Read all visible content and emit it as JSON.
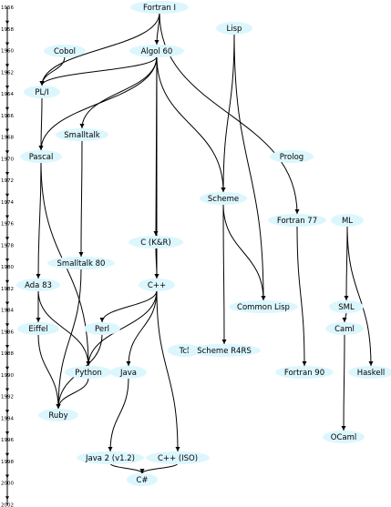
{
  "timeline": {
    "years": [
      "1956",
      "1958",
      "1960",
      "1962",
      "1964",
      "1966",
      "1968",
      "1970",
      "1972",
      "1974",
      "1976",
      "1978",
      "1980",
      "1982",
      "1984",
      "1986",
      "1988",
      "1990",
      "1992",
      "1994",
      "1996",
      "1998",
      "2000",
      "2002"
    ]
  },
  "languages": [
    {
      "id": "fortran1",
      "label": "Fortran I"
    },
    {
      "id": "lisp",
      "label": "Lisp"
    },
    {
      "id": "cobol",
      "label": "Cobol"
    },
    {
      "id": "algol60",
      "label": "Algol 60"
    },
    {
      "id": "pli",
      "label": "PL/I"
    },
    {
      "id": "smalltalk",
      "label": "Smalltalk"
    },
    {
      "id": "pascal",
      "label": "Pascal"
    },
    {
      "id": "prolog",
      "label": "Prolog"
    },
    {
      "id": "scheme",
      "label": "Scheme"
    },
    {
      "id": "fortran77",
      "label": "Fortran 77"
    },
    {
      "id": "ml",
      "label": "ML"
    },
    {
      "id": "ckr",
      "label": "C (K&R)"
    },
    {
      "id": "smalltalk80",
      "label": "Smalltalk 80"
    },
    {
      "id": "ada83",
      "label": "Ada 83"
    },
    {
      "id": "cpp",
      "label": "C++"
    },
    {
      "id": "commonlisp",
      "label": "Common Lisp"
    },
    {
      "id": "sml",
      "label": "SML"
    },
    {
      "id": "eiffel",
      "label": "Eiffel"
    },
    {
      "id": "perl",
      "label": "Perl"
    },
    {
      "id": "tcl",
      "label": "Tcl"
    },
    {
      "id": "schemer4rs",
      "label": "Scheme R4RS"
    },
    {
      "id": "caml",
      "label": "Caml"
    },
    {
      "id": "python",
      "label": "Python"
    },
    {
      "id": "java",
      "label": "Java"
    },
    {
      "id": "fortran90",
      "label": "Fortran 90"
    },
    {
      "id": "haskell",
      "label": "Haskell"
    },
    {
      "id": "ruby",
      "label": "Ruby"
    },
    {
      "id": "ocaml",
      "label": "OCaml"
    },
    {
      "id": "java2",
      "label": "Java 2 (v1.2)"
    },
    {
      "id": "cppiso",
      "label": "C++ (ISO)"
    },
    {
      "id": "csharp",
      "label": "C#"
    }
  ],
  "edges": [
    [
      "fortran1",
      "algol60"
    ],
    [
      "fortran1",
      "pli"
    ],
    [
      "fortran1",
      "fortran77"
    ],
    [
      "cobol",
      "pli"
    ],
    [
      "algol60",
      "pli"
    ],
    [
      "algol60",
      "smalltalk"
    ],
    [
      "algol60",
      "pascal"
    ],
    [
      "algol60",
      "scheme"
    ],
    [
      "algol60",
      "ckr"
    ],
    [
      "algol60",
      "cpp"
    ],
    [
      "lisp",
      "scheme"
    ],
    [
      "lisp",
      "commonlisp"
    ],
    [
      "pli",
      "pascal"
    ],
    [
      "pascal",
      "ada83"
    ],
    [
      "pascal",
      "python"
    ],
    [
      "smalltalk",
      "smalltalk80"
    ],
    [
      "scheme",
      "commonlisp"
    ],
    [
      "scheme",
      "schemer4rs"
    ],
    [
      "ckr",
      "cpp"
    ],
    [
      "ada83",
      "eiffel"
    ],
    [
      "ada83",
      "python"
    ],
    [
      "smalltalk80",
      "ruby"
    ],
    [
      "cpp",
      "perl"
    ],
    [
      "cpp",
      "python"
    ],
    [
      "cpp",
      "java"
    ],
    [
      "cpp",
      "cppiso"
    ],
    [
      "fortran77",
      "fortran90"
    ],
    [
      "ml",
      "sml"
    ],
    [
      "ml",
      "haskell"
    ],
    [
      "sml",
      "caml"
    ],
    [
      "caml",
      "ocaml"
    ],
    [
      "eiffel",
      "ruby"
    ],
    [
      "perl",
      "ruby"
    ],
    [
      "python",
      "ruby"
    ],
    [
      "java",
      "java2"
    ],
    [
      "java2",
      "csharp"
    ],
    [
      "cppiso",
      "csharp"
    ]
  ]
}
